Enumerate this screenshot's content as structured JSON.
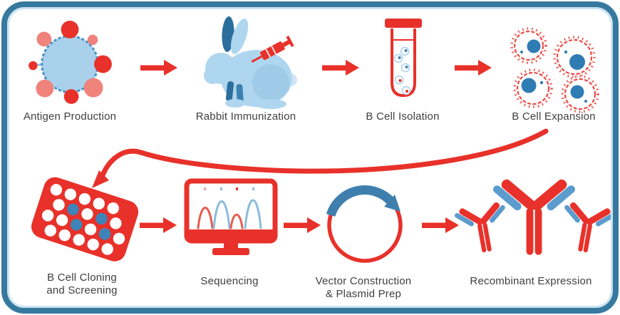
{
  "colors": {
    "frame_blue": "#36799F",
    "red": "#E8312A",
    "pink": "#F0827C",
    "light_blue": "#AFD6EF",
    "mid_blue": "#3E84B8",
    "dark_blue": "#2C6E9B",
    "text": "#3F3F41"
  },
  "top_row": {
    "steps": [
      {
        "label": "Antigen Production",
        "icon": "antigen-icon"
      },
      {
        "label": "Rabbit Immunization",
        "icon": "rabbit-syringe-icon"
      },
      {
        "label": "B Cell Isolation",
        "icon": "test-tube-icon"
      },
      {
        "label": "B Cell Expansion",
        "icon": "b-cells-icon"
      }
    ]
  },
  "bottom_row": {
    "steps": [
      {
        "label_line1": "B Cell Cloning",
        "label_line2": "and Screening",
        "icon": "microplate-icon"
      },
      {
        "label": "Sequencing",
        "icon": "sequencing-monitor-icon"
      },
      {
        "label_line1": "Vector Construction",
        "label_line2": "& Plasmid Prep",
        "icon": "plasmid-icon"
      },
      {
        "label": "Recombinant Expression",
        "icon": "antibodies-icon"
      }
    ]
  },
  "connectors": {
    "straight_arrows": 6,
    "curved_arrow": "top-row-to-bottom-row"
  }
}
